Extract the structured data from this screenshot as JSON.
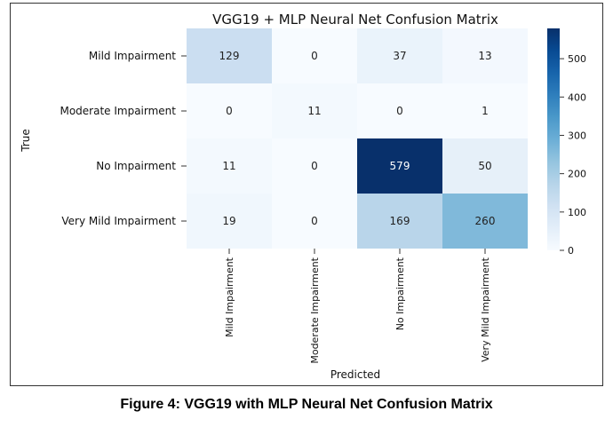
{
  "chart_data": {
    "type": "heatmap",
    "title": "VGG19 + MLP Neural Net Confusion Matrix",
    "xlabel": "Predicted",
    "ylabel": "True",
    "x_categories": [
      "Mild Impairment",
      "Moderate Impairment",
      "No Impairment",
      "Very Mild Impairment"
    ],
    "y_categories": [
      "Mild Impairment",
      "Moderate Impairment",
      "No Impairment",
      "Very Mild Impairment"
    ],
    "values": [
      [
        129,
        0,
        37,
        13
      ],
      [
        0,
        11,
        0,
        1
      ],
      [
        11,
        0,
        579,
        50
      ],
      [
        19,
        0,
        169,
        260
      ]
    ],
    "colorbar": {
      "min": 0,
      "max": 579,
      "ticks": [
        0,
        100,
        200,
        300,
        400,
        500
      ],
      "colormap": "Blues"
    }
  },
  "caption": "Figure 4: VGG19 with MLP Neural Net Confusion Matrix"
}
